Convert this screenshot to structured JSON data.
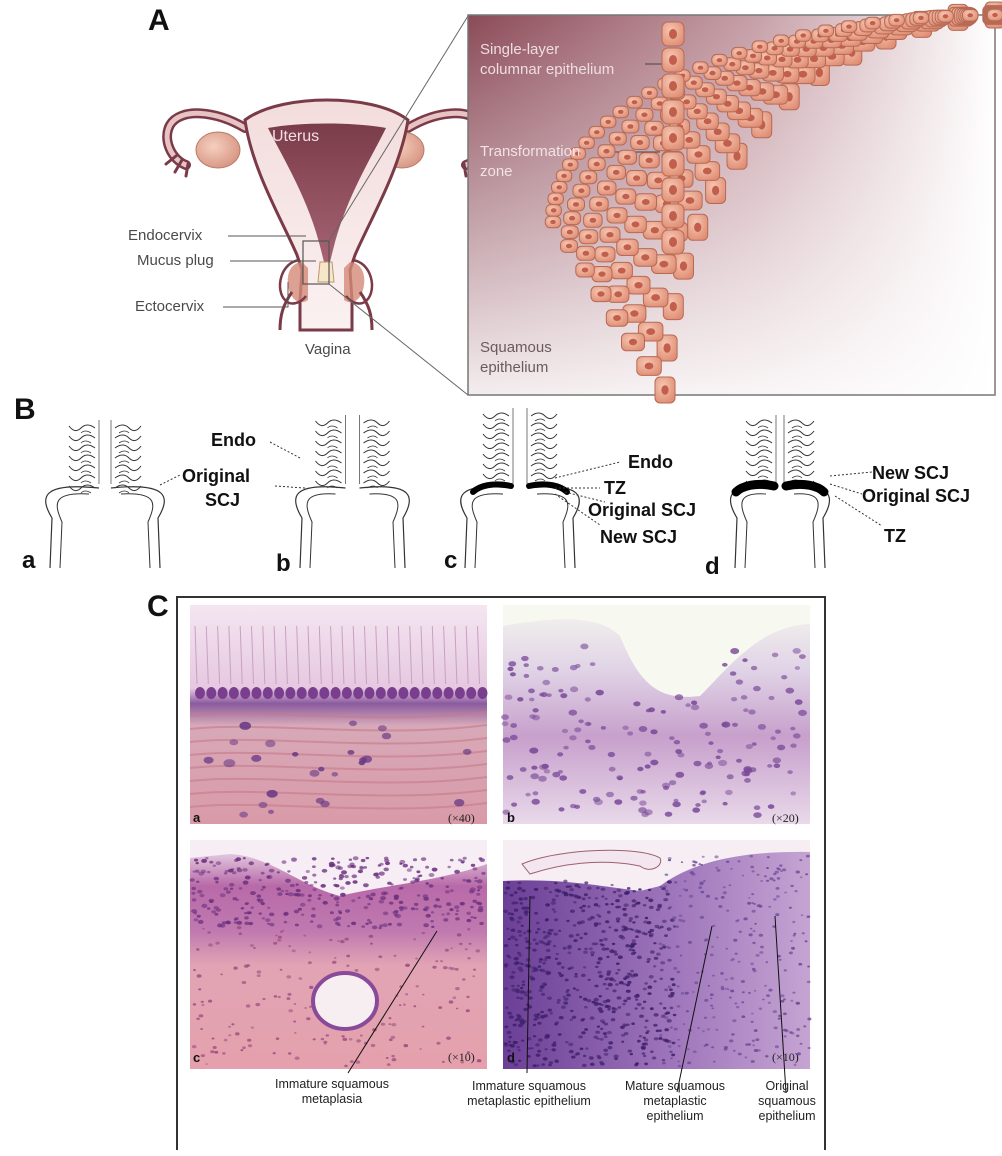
{
  "panels": {
    "a_letter": "A",
    "b_letter": "B",
    "c_letter": "C"
  },
  "panel_a": {
    "uterus": "Uterus",
    "endocervix": "Endocervix",
    "mucus_plug": "Mucus plug",
    "ectocervix": "Ectocervix",
    "vagina": "Vagina",
    "single_layer_1": "Single-layer",
    "single_layer_2": "columnar epithelium",
    "transformation_1": "Transformation",
    "transformation_2": "zone",
    "squamous_1": "Squamous",
    "squamous_2": "epithelium"
  },
  "panel_b": {
    "a": "a",
    "b": "b",
    "c": "c",
    "d": "d",
    "a_original_1": "Original",
    "a_original_2": "SCJ",
    "b_endo": "Endo",
    "c_endo": "Endo",
    "c_tz": "TZ",
    "c_original": "Original SCJ",
    "c_new": "New SCJ",
    "d_new": "New SCJ",
    "d_original": "Original SCJ",
    "d_tz": "TZ"
  },
  "panel_c": {
    "a": "a",
    "b": "b",
    "c": "c",
    "d": "d",
    "mag_a": "(×40)",
    "mag_b": "(×20)",
    "mag_c": "(×10)",
    "mag_d": "(×10)",
    "cap_imm_1": "Immature squamous",
    "cap_imm_2": "metaplasia",
    "cap_imep_1": "Immature squamous",
    "cap_imep_2": "metaplastic epithelium",
    "cap_mature_1": "Mature squamous",
    "cap_mature_2": "metaplastic",
    "cap_mature_3": "epithelium",
    "cap_orig_1": "Original",
    "cap_orig_2": "squamous",
    "cap_orig_3": "epithelium"
  },
  "colors": {
    "uterus_dark": "#7a3a48",
    "uterus_light": "#e9c9c9",
    "cell_fill": "#e8a48c",
    "nucleus": "#c05a4a",
    "he_pink": "#d9a0c8",
    "he_purple": "#8a4a9a"
  }
}
